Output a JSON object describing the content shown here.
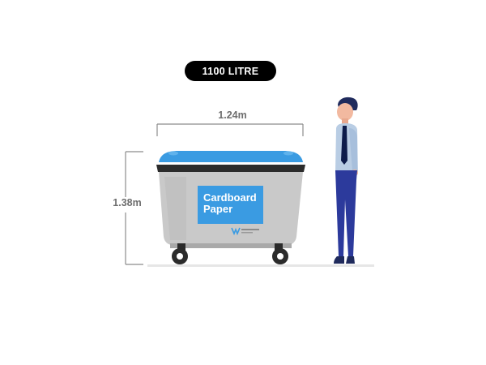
{
  "capacity": {
    "label": "1100 LITRE"
  },
  "dimensions": {
    "width": "1.24m",
    "height": "1.38m"
  },
  "bin": {
    "label_line1": "Cardboard",
    "label_line2": "Paper",
    "body_color": "#c9c9c9",
    "lid_color": "#3a9be2",
    "label_color": "#3a9be2"
  },
  "person": {
    "shirt_color": "#b9cde4",
    "trousers_color": "#2c3a9c",
    "tie_color": "#0d1b4a"
  }
}
